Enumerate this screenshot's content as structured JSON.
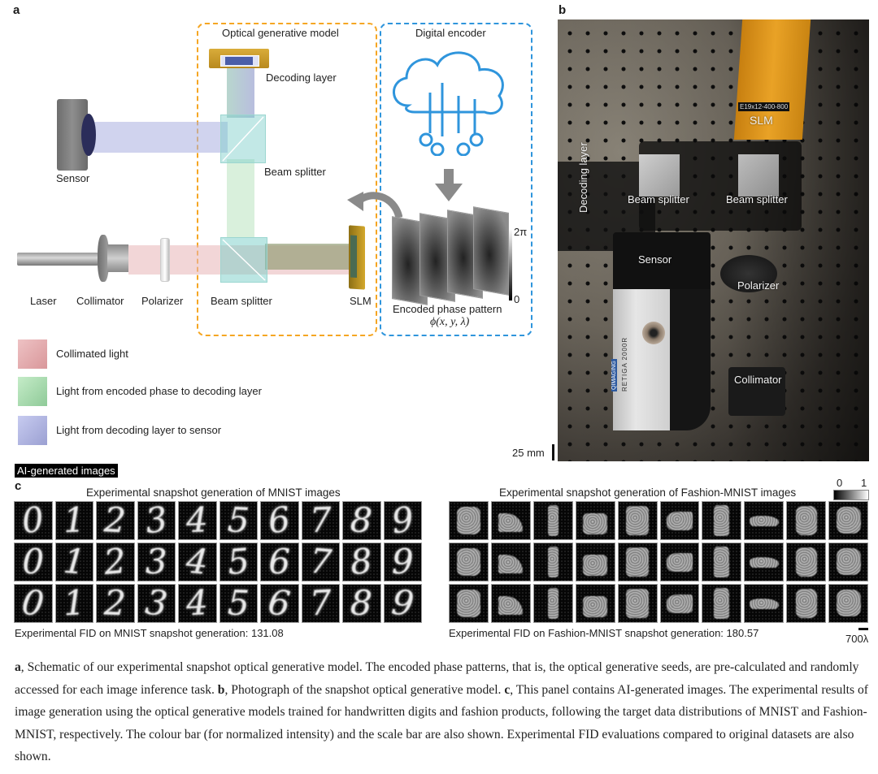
{
  "panel_a": {
    "letter": "a",
    "groups": {
      "optical_model_title": "Optical generative model",
      "digital_encoder_title": "Digital encoder"
    },
    "components": {
      "decoding_layer": "Decoding layer",
      "sensor": "Sensor",
      "beam_splitter_top": "Beam splitter",
      "beam_splitter_bottom": "Beam splitter",
      "laser": "Laser",
      "collimator": "Collimator",
      "polarizer": "Polarizer",
      "slm": "SLM"
    },
    "encoded_pattern": {
      "label": "Encoded phase pattern",
      "formula": "ϕ(x, y, λ)",
      "scale_max": "2π",
      "scale_min": "0"
    },
    "legend": [
      {
        "label": "Collimated light",
        "color": "#e3a6a9"
      },
      {
        "label": "Light from encoded phase to decoding layer",
        "color": "#9fd8a8"
      },
      {
        "label": "Light from decoding layer to sensor",
        "color": "#a9aee0"
      }
    ],
    "colors": {
      "optical_box": "#f5a623",
      "encoder_box": "#2f95dc",
      "cloud": "#2f95dc"
    }
  },
  "panel_b": {
    "letter": "b",
    "labels": {
      "slm": "SLM",
      "slm_tag": "E19x12-400-800",
      "decoding_layer": "Decoding layer",
      "beam_splitter_left": "Beam splitter",
      "beam_splitter_right": "Beam splitter",
      "sensor": "Sensor",
      "polarizer": "Polarizer",
      "collimator": "Collimator",
      "camera_brand": "QIMAGING",
      "camera_model": "RETIGA 2000R"
    },
    "scale_bar": "25 mm"
  },
  "panel_c": {
    "badge": "AI-generated images",
    "letter": "c",
    "mnist": {
      "title": "Experimental snapshot generation of MNIST images",
      "rows": [
        [
          "0",
          "1",
          "2",
          "3",
          "4",
          "5",
          "6",
          "7",
          "8",
          "9"
        ],
        [
          "0",
          "1",
          "2",
          "3",
          "4",
          "5",
          "6",
          "7",
          "8",
          "9"
        ],
        [
          "0",
          "1",
          "2",
          "3",
          "4",
          "5",
          "6",
          "7",
          "8",
          "9"
        ]
      ],
      "fid_text": "Experimental FID on MNIST snapshot generation: 131.08"
    },
    "fashion": {
      "title": "Experimental snapshot generation of Fashion-MNIST images",
      "classes": [
        "pullover",
        "ankle-boot",
        "trouser",
        "bag",
        "coat",
        "sandal",
        "dress",
        "sneaker",
        "shirt",
        "t-shirt"
      ],
      "fid_text": "Experimental FID on Fashion-MNIST snapshot generation: 180.57"
    },
    "colorbar": {
      "min": "0",
      "max": "1"
    },
    "scale_bar": "700λ"
  },
  "caption": {
    "a_letter": "a",
    "a_text": ", Schematic of our experimental snapshot optical generative model. The encoded phase patterns, that is, the optical generative seeds, are pre-calculated and randomly accessed for each image inference task. ",
    "b_letter": "b",
    "b_text": ", Photograph of the snapshot optical generative model. ",
    "c_letter": "c",
    "c_text": ", This panel contains AI-generated images. The experimental results of image generation using the optical generative models trained for handwritten digits and fashion products, following the target data distributions of MNIST and Fashion-MNIST, respectively. The colour bar (for normalized intensity) and the scale bar are also shown. Experimental FID evaluations compared to original datasets are also shown."
  }
}
